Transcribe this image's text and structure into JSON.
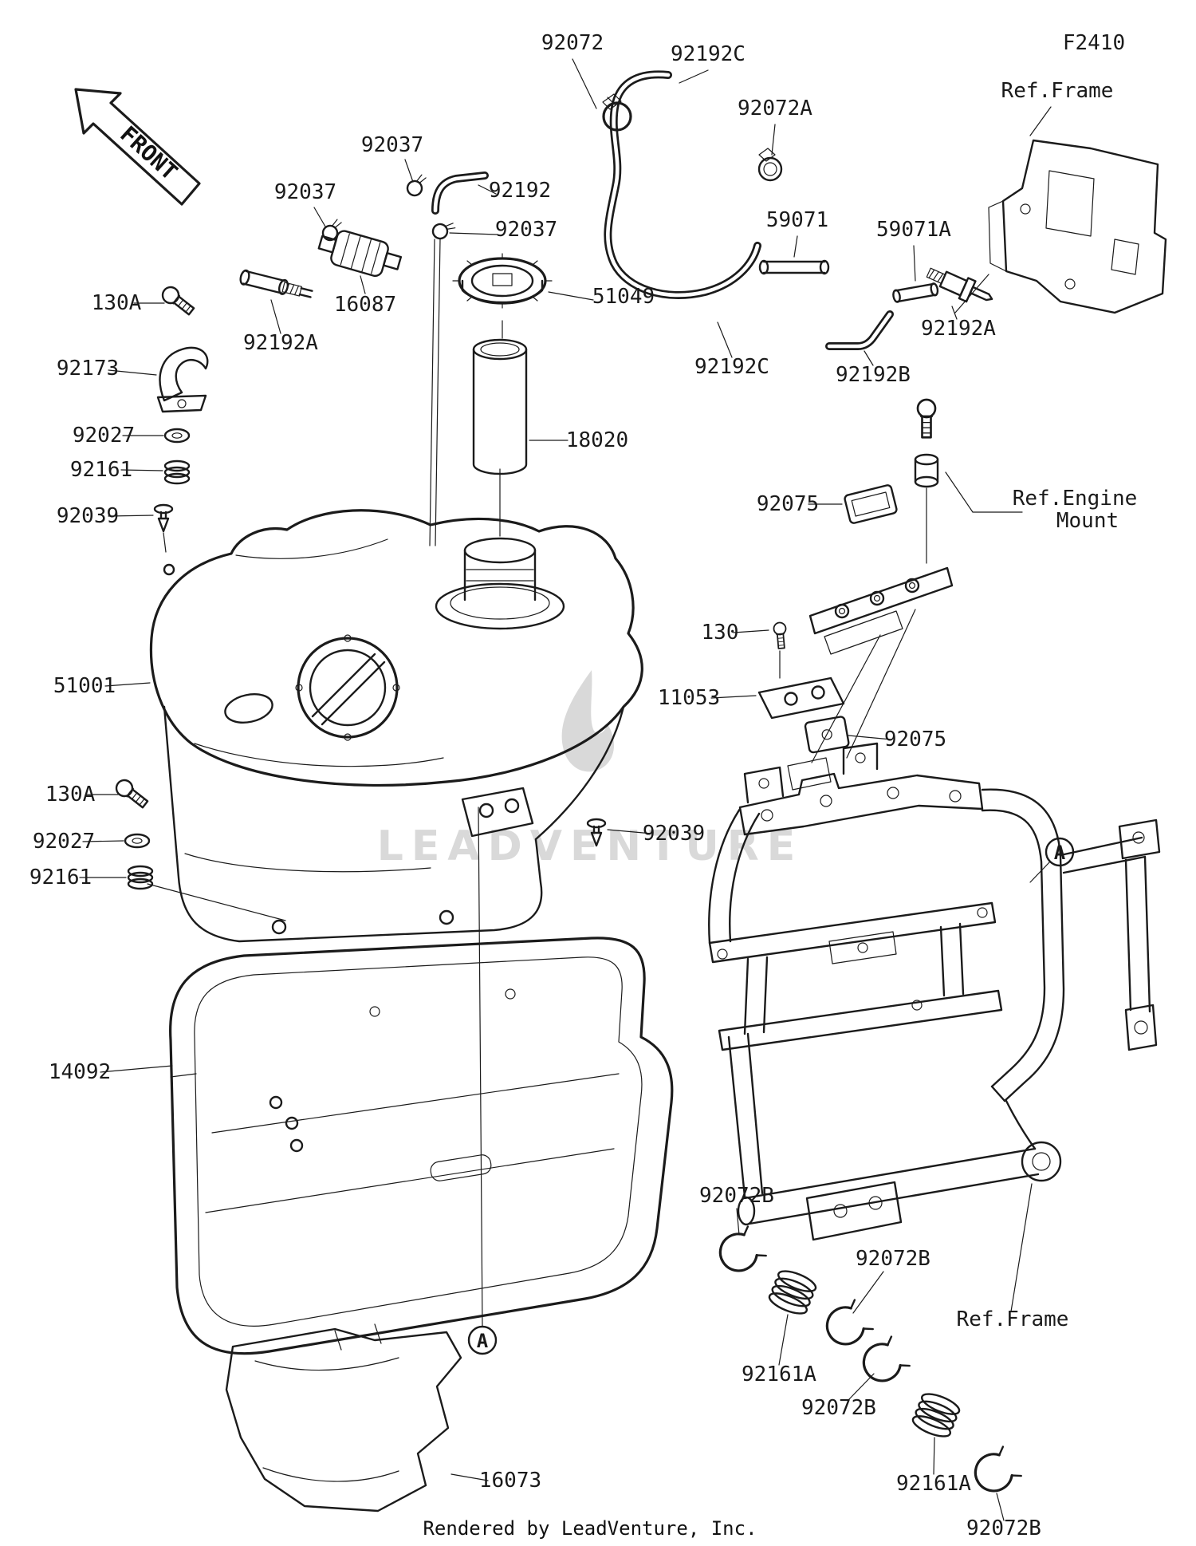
{
  "page": {
    "figure_code": "F2410",
    "front_arrow_label": "FRONT",
    "watermark": "LEADVENTURE",
    "footer": "Rendered by LeadVenture, Inc."
  },
  "markers": {
    "a": "A"
  },
  "labels": [
    {
      "text": "92072"
    },
    {
      "text": "92192C"
    },
    {
      "text": "92072A"
    },
    {
      "text": "Ref.Frame"
    },
    {
      "text": "92037"
    },
    {
      "text": "92037"
    },
    {
      "text": "92192"
    },
    {
      "text": "92037"
    },
    {
      "text": "59071"
    },
    {
      "text": "59071A"
    },
    {
      "text": "16087"
    },
    {
      "text": "51049"
    },
    {
      "text": "130A"
    },
    {
      "text": "92192A"
    },
    {
      "text": "92192A"
    },
    {
      "text": "92173"
    },
    {
      "text": "92192C"
    },
    {
      "text": "92192B"
    },
    {
      "text": "92027"
    },
    {
      "text": "92161"
    },
    {
      "text": "18020"
    },
    {
      "text": "92039"
    },
    {
      "text": "92075"
    },
    {
      "text": "Ref.Engine"
    },
    {
      "text": "Mount"
    },
    {
      "text": "130"
    },
    {
      "text": "51001"
    },
    {
      "text": "11053"
    },
    {
      "text": "92075"
    },
    {
      "text": "130A"
    },
    {
      "text": "92027"
    },
    {
      "text": "92161"
    },
    {
      "text": "92039"
    },
    {
      "text": "14092"
    },
    {
      "text": "92072B"
    },
    {
      "text": "92072B"
    },
    {
      "text": "Ref.Frame"
    },
    {
      "text": "92161A"
    },
    {
      "text": "92072B"
    },
    {
      "text": "92161A"
    },
    {
      "text": "16073"
    },
    {
      "text": "92072B"
    }
  ]
}
